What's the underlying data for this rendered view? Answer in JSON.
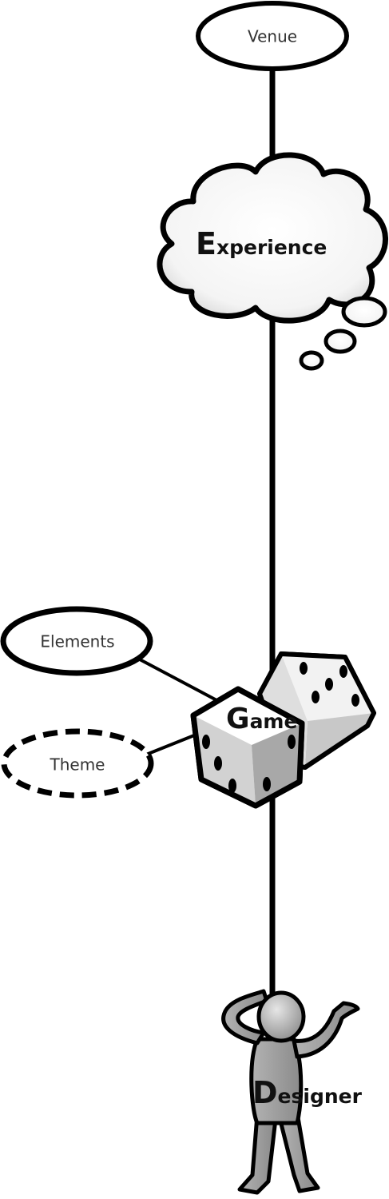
{
  "nodes": {
    "venue": {
      "label": "Venue"
    },
    "experience": {
      "initial": "E",
      "rest": "xperience"
    },
    "elements": {
      "label": "Elements"
    },
    "theme": {
      "label": "Theme"
    },
    "game": {
      "initial": "G",
      "rest": "ame"
    },
    "designer": {
      "initial": "D",
      "rest": "esigner"
    }
  },
  "colors": {
    "stroke": "#000000",
    "text": "#333333",
    "die_face_light": "#ffffff",
    "die_face_mid": "#c8c8c8",
    "die_face_dark": "#9a9a9a",
    "figure_fill": "#9e9e9e",
    "figure_head": "#bdbdbd"
  },
  "icons": {
    "experience": "thought-cloud-icon",
    "game": "dice-icon",
    "designer": "thinking-person-icon"
  }
}
